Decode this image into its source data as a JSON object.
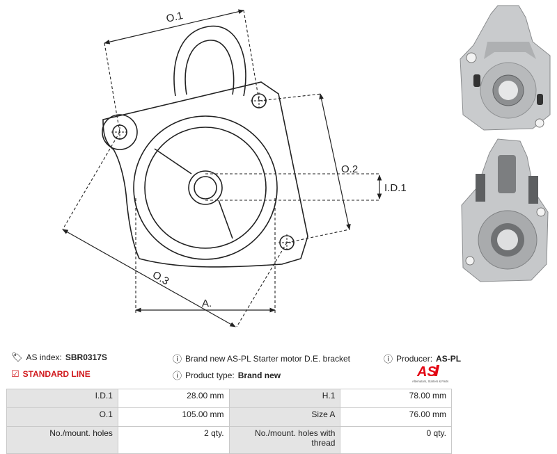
{
  "drawing": {
    "labels": {
      "o1": "O.1",
      "o2": "O.2",
      "o3": "O.3",
      "id1": "I.D.1",
      "a": "A."
    }
  },
  "photos": {
    "top": "bracket-front-photo",
    "bottom": "bracket-rear-photo"
  },
  "info": {
    "as_index_label": "AS index:",
    "as_index_value": "SBR0317S",
    "standard_line": "STANDARD LINE",
    "description": "Brand new AS-PL Starter motor D.E. bracket",
    "product_type_label": "Product type:",
    "product_type_value": "Brand new",
    "producer_label": "Producer:",
    "producer_value": "AS-PL"
  },
  "logo": {
    "text": "AS",
    "tagline": "Alternators, Starters & Parts",
    "color": "#e30613"
  },
  "specs": [
    [
      {
        "label": "I.D.1",
        "value": "28.00 mm"
      },
      {
        "label": "H.1",
        "value": "78.00 mm"
      }
    ],
    [
      {
        "label": "O.1",
        "value": "105.00 mm"
      },
      {
        "label": "Size A",
        "value": "76.00 mm"
      }
    ],
    [
      {
        "label": "No./mount. holes",
        "value": "2 qty."
      },
      {
        "label": "No./mount. holes with thread",
        "value": "0 qty."
      }
    ]
  ],
  "colors": {
    "accent": "#d0171b",
    "label_bg": "#e4e4e4"
  }
}
